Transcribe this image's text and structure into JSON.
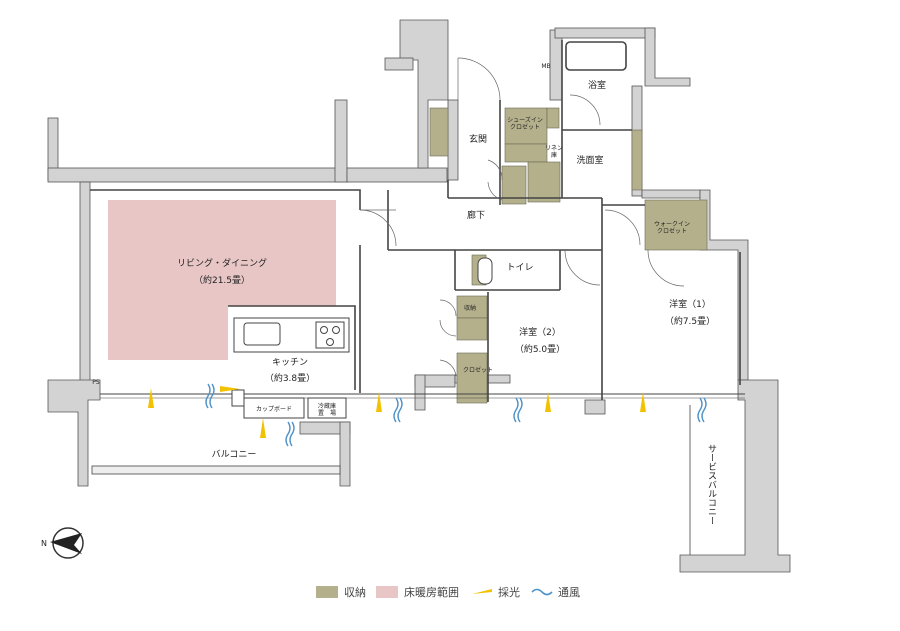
{
  "colors": {
    "storage": "#b4b08c",
    "floor_heating": "#e8c6c6",
    "wall": "#d3d3d3",
    "daylight": "#f2c200",
    "ventilation": "#4f93c9"
  },
  "rooms": {
    "living": "リビング・ダイニング",
    "living_size": "（約21.5畳）",
    "kitchen": "キッチン",
    "kitchen_size": "（約3.8畳）",
    "cupboard": "カップボード",
    "fridge": "冷蔵庫\n置　場",
    "balcony": "バルコニー",
    "service_balcony": "サービスバルコニー",
    "corridor": "廊下",
    "entrance": "玄関",
    "toilet": "トイレ",
    "bathroom": "浴室",
    "washroom": "洗面室",
    "western1": "洋室（1）",
    "western1_size": "（約7.5畳）",
    "western2": "洋室（2）",
    "western2_size": "（約5.0畳）",
    "shoes_closet": "シューズイン\nクロゼット",
    "walkin_closet": "ウォークイン\nクロゼット",
    "closet": "クロゼット",
    "storage": "収納",
    "linen": "リネン\n庫",
    "mb": "MB",
    "ps": "PS"
  },
  "legend": {
    "storage": "収納",
    "floor_heating": "床暖房範囲",
    "daylight": "採光",
    "ventilation": "通風"
  },
  "compass": "N"
}
